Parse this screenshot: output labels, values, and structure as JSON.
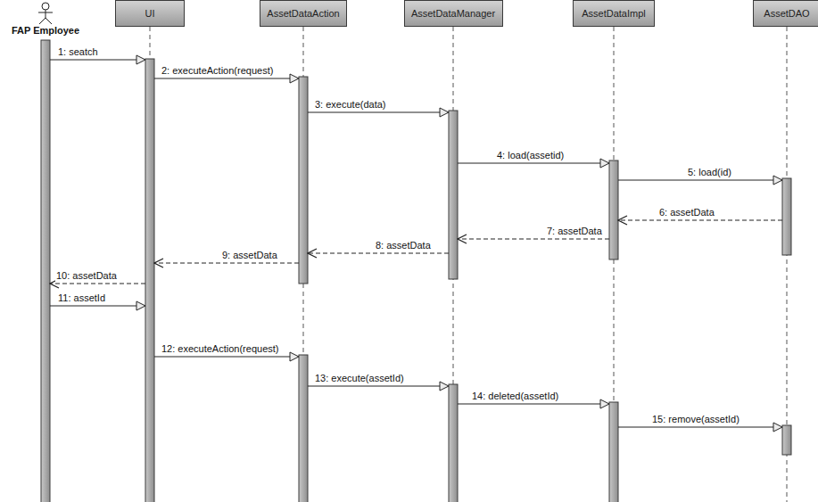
{
  "diagram": {
    "nodes": [
      {
        "text": [
          "FAP Employee"
        ]
      },
      {
        "text": [
          "UI"
        ]
      },
      {
        "text": [
          "AssetDataAction"
        ]
      },
      {
        "text": [
          "AssetDataManager"
        ]
      },
      {
        "text": [
          "AssetDataImpl"
        ]
      },
      {
        "text": [
          "AssetDAO"
        ]
      }
    ],
    "edges": [
      {
        "from": 0,
        "to": 1,
        "arrow": "to",
        "label": "1: seatch"
      },
      {
        "from": 1,
        "to": 2,
        "arrow": "to",
        "label": "2: executeAction(request)"
      },
      {
        "from": 2,
        "to": 3,
        "arrow": "to",
        "label": "3: execute(data)"
      },
      {
        "from": 3,
        "to": 4,
        "arrow": "to",
        "label": "4: load(assetid)"
      },
      {
        "from": 4,
        "to": 5,
        "arrow": "to",
        "label": "5: load(id)"
      },
      {
        "from": 5,
        "to": 4,
        "arrow": "to",
        "label": "6: assetData"
      },
      {
        "from": 4,
        "to": 3,
        "arrow": "to",
        "label": "7: assetData"
      },
      {
        "from": 3,
        "to": 2,
        "arrow": "to",
        "label": "8: assetData"
      },
      {
        "from": 2,
        "to": 1,
        "arrow": "to",
        "label": "9: assetData"
      },
      {
        "from": 1,
        "to": 0,
        "arrow": "to",
        "label": "10: assetData"
      },
      {
        "from": 0,
        "to": 1,
        "arrow": "to",
        "label": "11: assetId"
      },
      {
        "from": 1,
        "to": 2,
        "arrow": "to",
        "label": "12: executeAction(request)"
      },
      {
        "from": 2,
        "to": 3,
        "arrow": "to",
        "label": "13: execute(assetId)"
      },
      {
        "from": 3,
        "to": 4,
        "arrow": "to",
        "label": "14: deleted(assetId)"
      },
      {
        "from": 4,
        "to": 5,
        "arrow": "to",
        "label": "15: remove(assetId)"
      }
    ]
  }
}
